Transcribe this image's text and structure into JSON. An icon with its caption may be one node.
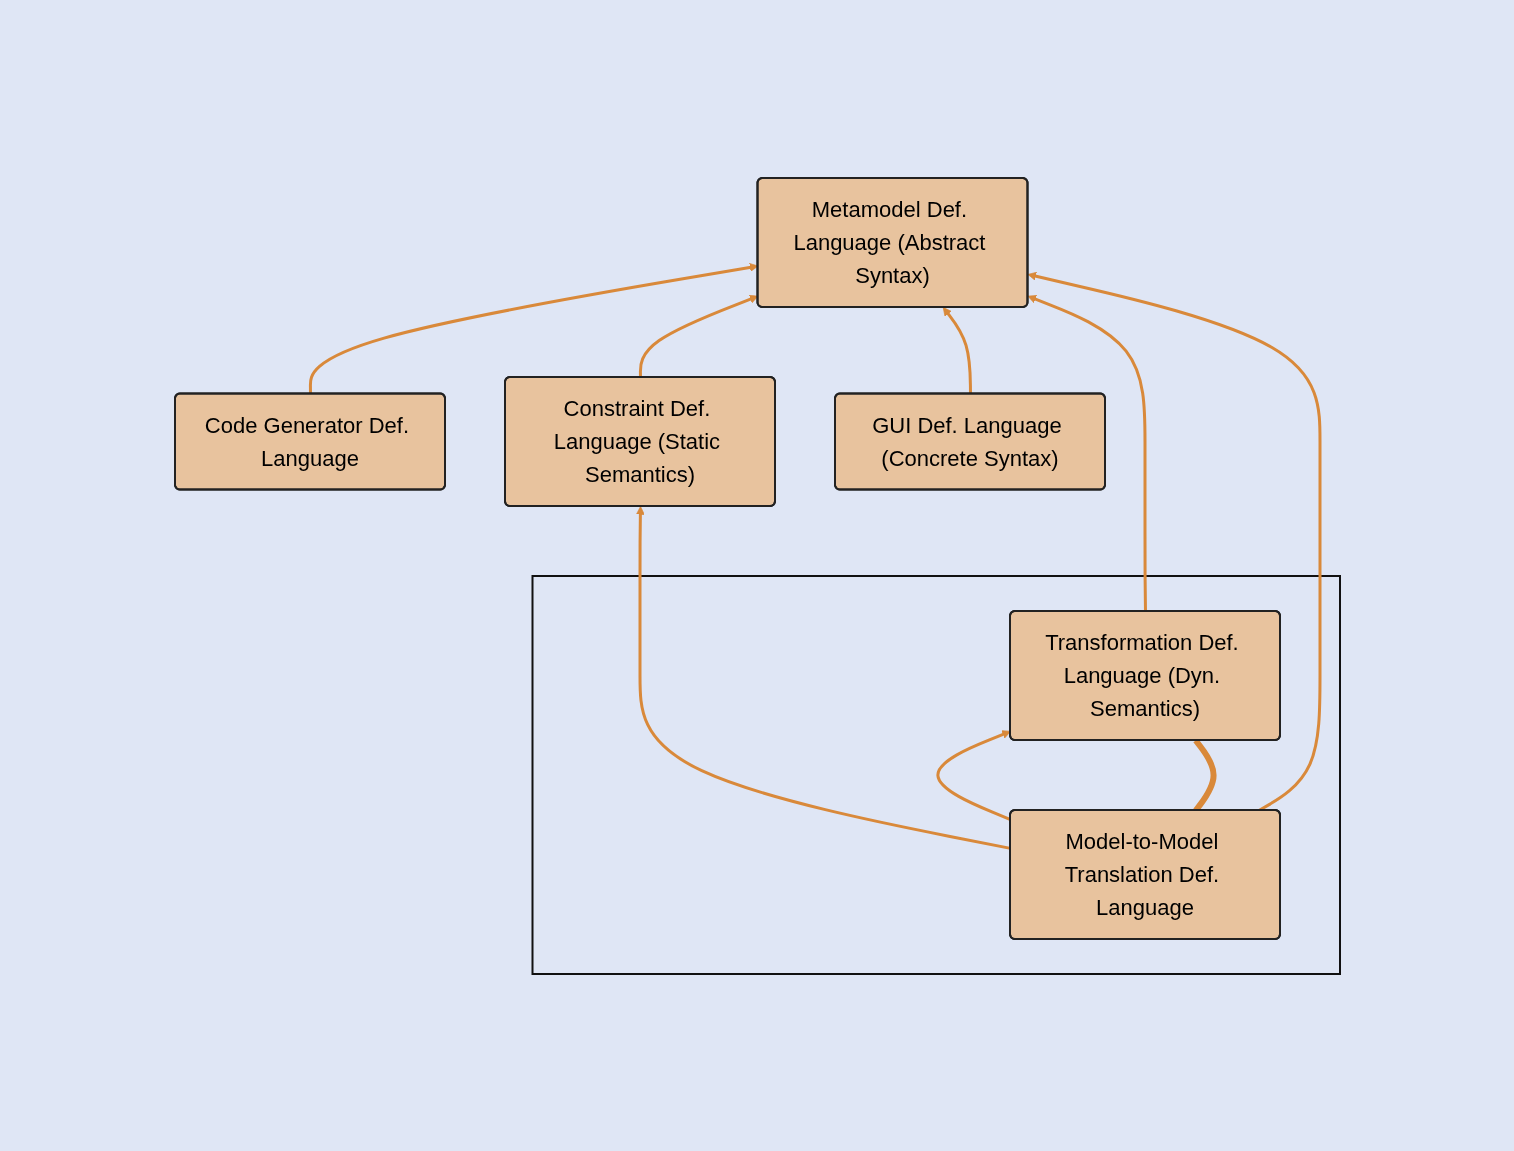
{
  "diagram": {
    "nodes": [
      {
        "text": [
          "Code Generator Def. Language"
        ]
      },
      {
        "text": [
          "GUI Def. Language (Concrete Syntax)"
        ]
      },
      {
        "text": [
          "Metamodel Def. Language (Abstract Syntax)"
        ]
      },
      {
        "text": [
          "Constraint Def. Language (Static Semantics)"
        ]
      },
      {
        "text": [],
        "shape": "box"
      },
      {
        "text": [
          "Transformation Def. Language (Dyn. Semantics)"
        ],
        "in": 4
      },
      {
        "text": [
          "Model-to-Model Translation Def. Language"
        ],
        "in": 4
      }
    ],
    "edges": [
      {
        "from": 0,
        "to": 2,
        "arrow": "to"
      },
      {
        "from": 3,
        "to": 2,
        "arrow": "to"
      },
      {
        "from": 1,
        "to": 2,
        "arrow": "to"
      },
      {
        "from": 5,
        "to": 2,
        "arrow": "to"
      },
      {
        "from": 6,
        "to": 2,
        "arrow": "to"
      },
      {
        "from": 6,
        "to": 3,
        "arrow": "to"
      },
      {
        "from": 6,
        "to": 5,
        "arrow": "to"
      },
      {
        "from": 6,
        "to": 5,
        "arrow": "none",
        "style": "thick"
      }
    ]
  }
}
